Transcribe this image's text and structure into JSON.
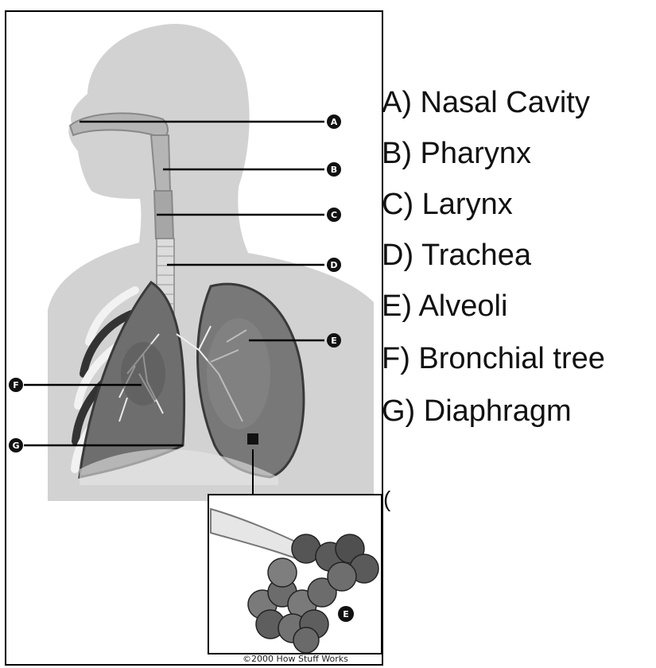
{
  "legend": [
    {
      "letter": "A",
      "text": "A)  Nasal Cavity"
    },
    {
      "letter": "B",
      "text": "B)  Pharynx"
    },
    {
      "letter": "C",
      "text": "C)  Larynx"
    },
    {
      "letter": "D",
      "text": "D)  Trachea"
    },
    {
      "letter": "E",
      "text": "E)  Alveoli"
    },
    {
      "letter": "F",
      "text": "F)  Bronchial tree"
    },
    {
      "letter": "G",
      "text": "G)  Diaphragm"
    }
  ],
  "markers": {
    "a": "A",
    "b": "B",
    "c": "C",
    "d": "D",
    "e": "E",
    "f": "F",
    "g": "G",
    "e2": "E"
  },
  "stray_mark": "(",
  "copyright": "©2000 How Stuff Works",
  "colors": {
    "silhouette": "#cfcfcf",
    "lung": "#6e6e6e",
    "lung_dark": "#3f3f3f",
    "marker": "#111111",
    "airway": "#a8a8a8"
  }
}
